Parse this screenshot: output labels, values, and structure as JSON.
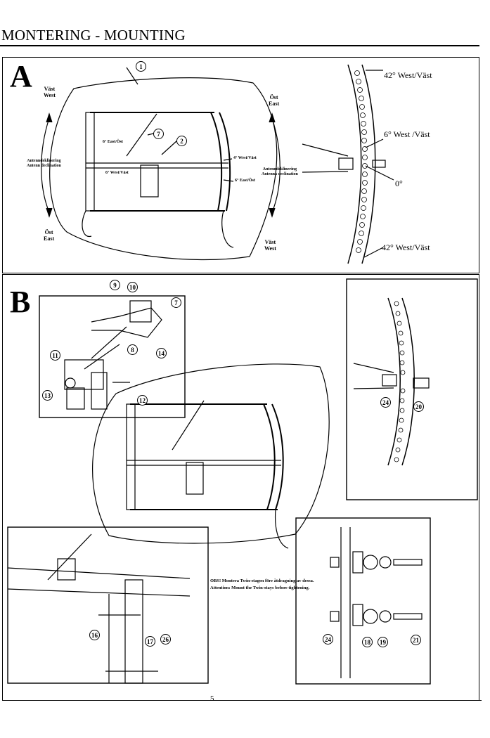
{
  "header": {
    "title": "MONTERING - MOUNTING"
  },
  "panel_a": {
    "letter": "A",
    "vast_west_top": "Väst\nWest",
    "ost_east_top": "Öst\nEast",
    "ost_east_bottom": "Öst\nEast",
    "vast_west_bottom": "Väst\nWest",
    "declination_left": "Antenndeklinering\nAntenn declination",
    "declination_right": "Antenndeklinering\nAntenna declination",
    "east_ost_6": "6° East/Öst",
    "west_vast_6": "6° West/Väst",
    "west_vast_4": "4° West/Väst",
    "east_ost_6b": "6° East/Öst",
    "callouts": [
      "1",
      "2",
      "7"
    ],
    "scale_top": "42° West/Väst",
    "scale_mid": "6° West /Väst",
    "scale_zero": "0°",
    "scale_bottom": "42° West/Väst"
  },
  "panel_b": {
    "letter": "B",
    "callouts_top": [
      "9",
      "10",
      "7",
      "8",
      "14",
      "11",
      "13",
      "12"
    ],
    "callouts_right": [
      "24",
      "20"
    ],
    "callouts_bl": [
      "16",
      "17",
      "26"
    ],
    "callouts_br": [
      "24",
      "18",
      "19",
      "21"
    ],
    "note_line1": "OBS! Montera Twin-stagen före åtdragning av dessa.",
    "note_line2": "Attention: Mount the Twin-stays before tightening."
  },
  "footer": {
    "page_number": "5"
  }
}
